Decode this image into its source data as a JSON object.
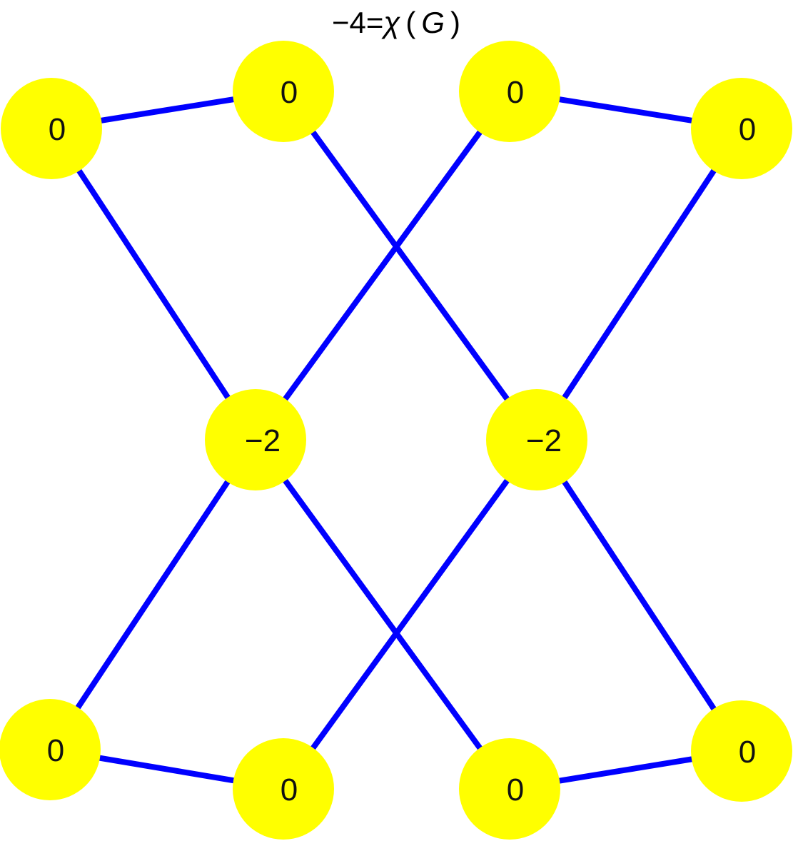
{
  "title": {
    "prefix": "−4=",
    "chi": "χ",
    "open": "(",
    "graph": "G",
    "close": ")"
  },
  "colors": {
    "node_fill": "#ffff00",
    "edge": "#0000ff",
    "background": "#ffffff"
  },
  "nodes": [
    {
      "id": "n-top-1",
      "label": "0"
    },
    {
      "id": "n-top-2",
      "label": "0"
    },
    {
      "id": "n-top-3",
      "label": "0"
    },
    {
      "id": "n-top-4",
      "label": "0"
    },
    {
      "id": "n-mid-1",
      "label": "−2"
    },
    {
      "id": "n-mid-2",
      "label": "−2"
    },
    {
      "id": "n-bot-1",
      "label": "0"
    },
    {
      "id": "n-bot-2",
      "label": "0"
    },
    {
      "id": "n-bot-3",
      "label": "0"
    },
    {
      "id": "n-bot-4",
      "label": "0"
    }
  ],
  "edges": [
    [
      "n-top-1",
      "n-top-2"
    ],
    [
      "n-top-3",
      "n-top-4"
    ],
    [
      "n-top-1",
      "n-mid-1"
    ],
    [
      "n-top-3",
      "n-mid-1"
    ],
    [
      "n-top-2",
      "n-mid-2"
    ],
    [
      "n-top-4",
      "n-mid-2"
    ],
    [
      "n-mid-1",
      "n-bot-1"
    ],
    [
      "n-mid-1",
      "n-bot-3"
    ],
    [
      "n-mid-2",
      "n-bot-2"
    ],
    [
      "n-mid-2",
      "n-bot-4"
    ],
    [
      "n-bot-1",
      "n-bot-2"
    ],
    [
      "n-bot-3",
      "n-bot-4"
    ]
  ]
}
